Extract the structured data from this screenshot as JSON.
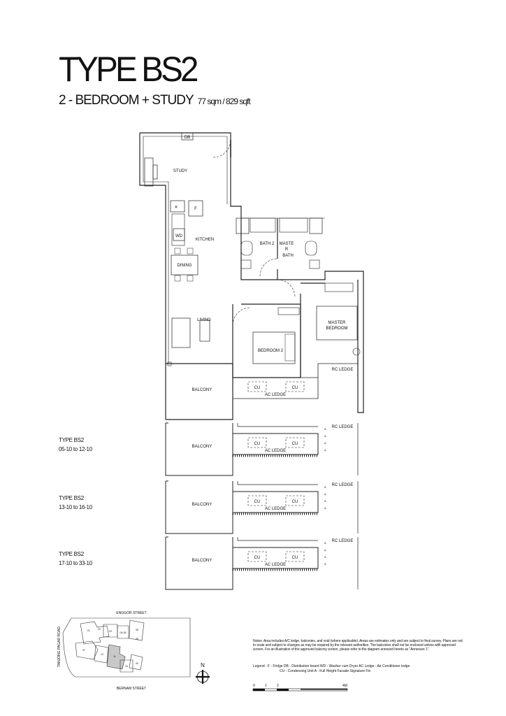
{
  "header": {
    "title": "TYPE BS2",
    "subtitle": "2 - BEDROOM + STUDY",
    "area": "77 sqm / 829 sqft"
  },
  "rooms": {
    "db": "DB",
    "study": "STUDY",
    "fridge": "F",
    "kitchen": "KITCHEN",
    "wd": "WD",
    "dining": "DINING",
    "living": "LIVING",
    "bath2": "BATH 2",
    "master_bath_1": "MASTE",
    "master_bath_2": "R",
    "master_bath_3": "BATH",
    "bedroom2": "BEDROOM 2",
    "master_bedroom_1": "MASTER",
    "master_bedroom_2": "BEDROOM",
    "balcony": "BALCONY",
    "ac_ledge": "AC LEDGE",
    "cu": "CU",
    "rc_ledge": "RC LEDGE",
    "fin": "A"
  },
  "variants": [
    {
      "type": "TYPE BS2",
      "units": "05-10 to 12-10"
    },
    {
      "type": "TYPE BS2",
      "units": "13-10 to 16-10"
    },
    {
      "type": "TYPE BS2",
      "units": "17-10 to 33-10"
    }
  ],
  "key_plan": {
    "north_street": "ENGGOR STREET",
    "south_street": "BERNAM STREET",
    "west_road": "TANJONG PAGAR ROAD",
    "blocks": [
      "01",
      "02",
      "03",
      "04-05",
      "06",
      "07",
      "12",
      "11",
      "10",
      "09",
      "08"
    ],
    "highlight_color": "#c8c8c8",
    "north_label": "N"
  },
  "notes": "Notes: Area includes A/C ledge, balconies, and void (where applicable). Areas are estimates only and are subject to final survey. Plans are not to scale and subject to changes as may be required by the relevant authorities. The balconies shall not be enclosed unless with approved screen. For an illustration of the approved balcony screen, please refer to the diagram annexed hereto as \"Annexure 1\".",
  "legend": {
    "line1": "Legend : F - Fridge DB - Distribution board WD - Washer cum Dryer AC Ledge - Air Conditioner ledge",
    "line2": "CU - Condensing Unit A - Full Height Facade Signature Fin"
  },
  "scale": {
    "ticks": [
      "0",
      "1",
      "2",
      "4M"
    ]
  }
}
